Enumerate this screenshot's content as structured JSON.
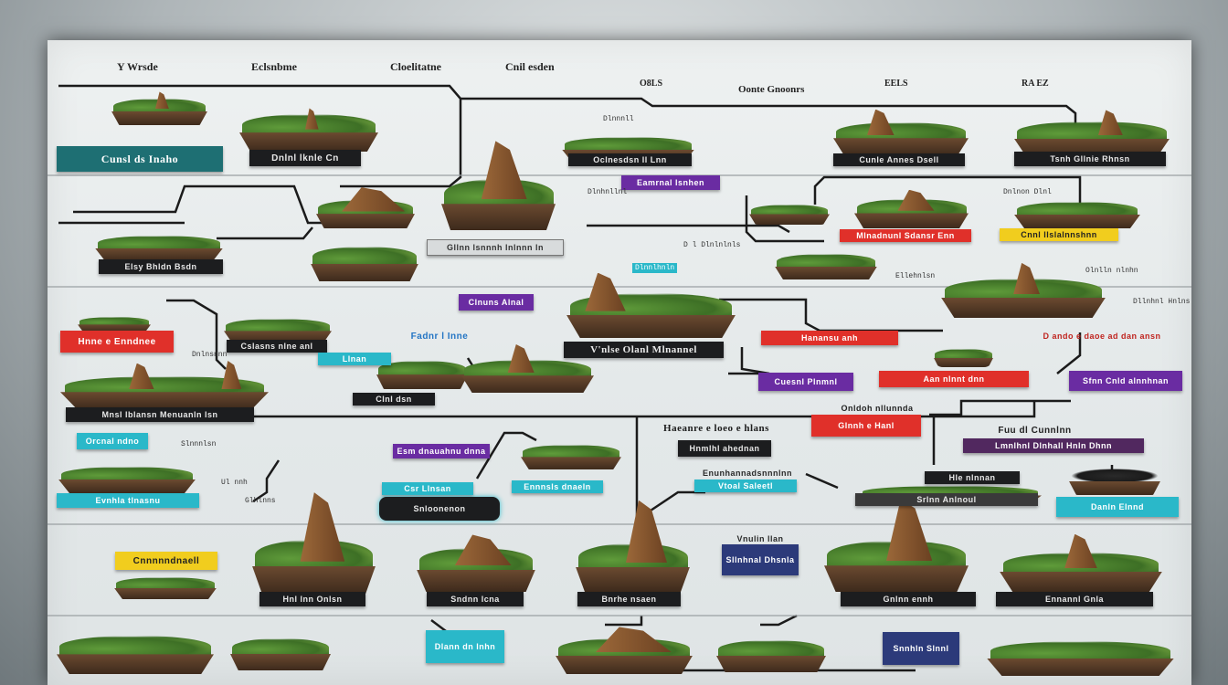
{
  "headers": [
    "Y Wrsde",
    "Eclsnbme",
    "Cloelitatne",
    "Cnil esden",
    "O8LS",
    "Oonte Gnoonrs",
    "EELS",
    "RA EZ"
  ],
  "labels": {
    "r1_left_title": "Cunsl ds Inaho",
    "r1_mid_caption": "Dnlnl lknle Cn",
    "r1_center_caption": "Oclnesdsn ll Lnn",
    "r1_right1_caption": "Cunle Annes Dsell",
    "r1_right2_caption": "Tsnh Gllnie Rhnsn",
    "r2_left_caption": "Elsy Bhldn Bsdn",
    "r2_center_box": "Gllnn lsnnnh lnlnnn ln",
    "r2_center_purple": "Eamrnal lsnhen",
    "r2_right_red": "Mlnadnunl Sdansr Enn",
    "r2_right_yellow": "Cnnl llslalnnshnn",
    "r3_left_red": "Hnne e Enndnee",
    "r3_mid_caption": "Cslasns nlne anl",
    "r3_blue_note": "Fadnr l Inne",
    "r3_purple": "Clnuns Alnal",
    "r3_center_title": "V'nlse Olanl Mlnannel",
    "r3_teal": "Llnan",
    "r3_right_text": "D ando e daoe ad dan ansn",
    "r4_left_dark": "Mnsl lblansn Menuanln lsn",
    "r4_mid_dark": "Clnl dsn",
    "r4_right_red1": "Hanansu anh",
    "r4_right_purple1": "Cuesnl Plnmnl",
    "r4_right_red2": "Aan nlnnt dnn",
    "r4_right_purple2": "Sfnn Cnld alnnhnan",
    "r5_center_title": "Haeanre e loeo e hlans",
    "r5_teal_left": "Orcnal ndno",
    "r5_purple": "Esm dnauahnu dnna",
    "r5_dark": "Hnmlhl ahednan",
    "r5_red": "Glnnh e Hanl",
    "r5_red_head": "Onldoh nllunnda",
    "r5_right_head": "Fuu dl Cunnlnn",
    "r5_right_purple": "Lmnlhnl Dlnhall Hnln Dhnn",
    "r6_teal1": "Csr Llnsan",
    "r6_dark_btn": "Snloonenon",
    "r6_teal2": "Ennnsls dnaeln",
    "r6_teal3": "Enunhannadsnnnlnn",
    "r6_teal4": "Vtoal Saleetl",
    "r6_right_dark": "Hle nlnnan",
    "r6_right_teal": "Danln Elnnd",
    "r6_left_teal": "Evnhla tlnasnu",
    "r6_right_box": "Srlnn Anlnoul",
    "r7_yellow": "Cnnnnndnaell",
    "r7_c1": "Hnl lnn Onlsn",
    "r7_c2": "Sndnn lcna",
    "r7_c3": "Bnrhe nsaen",
    "r7_c4": "Gnlnn ennh",
    "r7_c5": "Ennannl Gnla",
    "r7_navy": "Sllnhnal Dhsnla",
    "r7_navy_head": "Vnulin llan",
    "r8_teal": "Dlann dn lnhn",
    "r8_navy": "Snnhln Slnnl"
  },
  "notes": [
    "Dlnnnll",
    "Dlnhnllnl",
    "D l Dlnlnlnls",
    "Ellehnlsn",
    "Olnlln nlnhn",
    "Dllnhnl Hnlns",
    "Dnlnon Dlnl",
    "Dnlnsnnn",
    "Slnnnlsn",
    "Ul nnh",
    "Glhlnns",
    "Dlnnlhnln"
  ],
  "colors": {
    "board": "#e6eaeb",
    "teal": "#1e6f73",
    "purple": "#6a2ca2",
    "red": "#e0302a",
    "yellow": "#f1cd1e",
    "navy": "#2c3a7a",
    "dark": "#1c1d1f"
  }
}
